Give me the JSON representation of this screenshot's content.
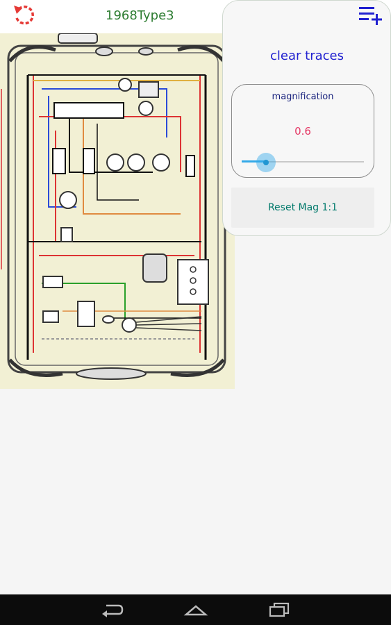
{
  "header": {
    "title": "1968Type3",
    "undo_icon": "undo-icon",
    "menu_icon": "playlist-add-icon",
    "title_color": "#2e7d32"
  },
  "diagram": {
    "icon": "wiring-diagram"
  },
  "panel": {
    "clear_traces_label": "clear traces",
    "magnification": {
      "label": "magnification",
      "value": "0.6",
      "slider_fraction": 0.2
    },
    "reset_label": "Reset Mag 1:1"
  },
  "navbar": {
    "back_icon": "back-icon",
    "home_icon": "home-icon",
    "recents_icon": "recents-icon"
  },
  "colors": {
    "accent_blue": "#2020d0",
    "value_pink": "#e53965",
    "slider_blue": "#33a9e8",
    "reset_teal": "#00796b",
    "undo_red": "#e53935"
  }
}
